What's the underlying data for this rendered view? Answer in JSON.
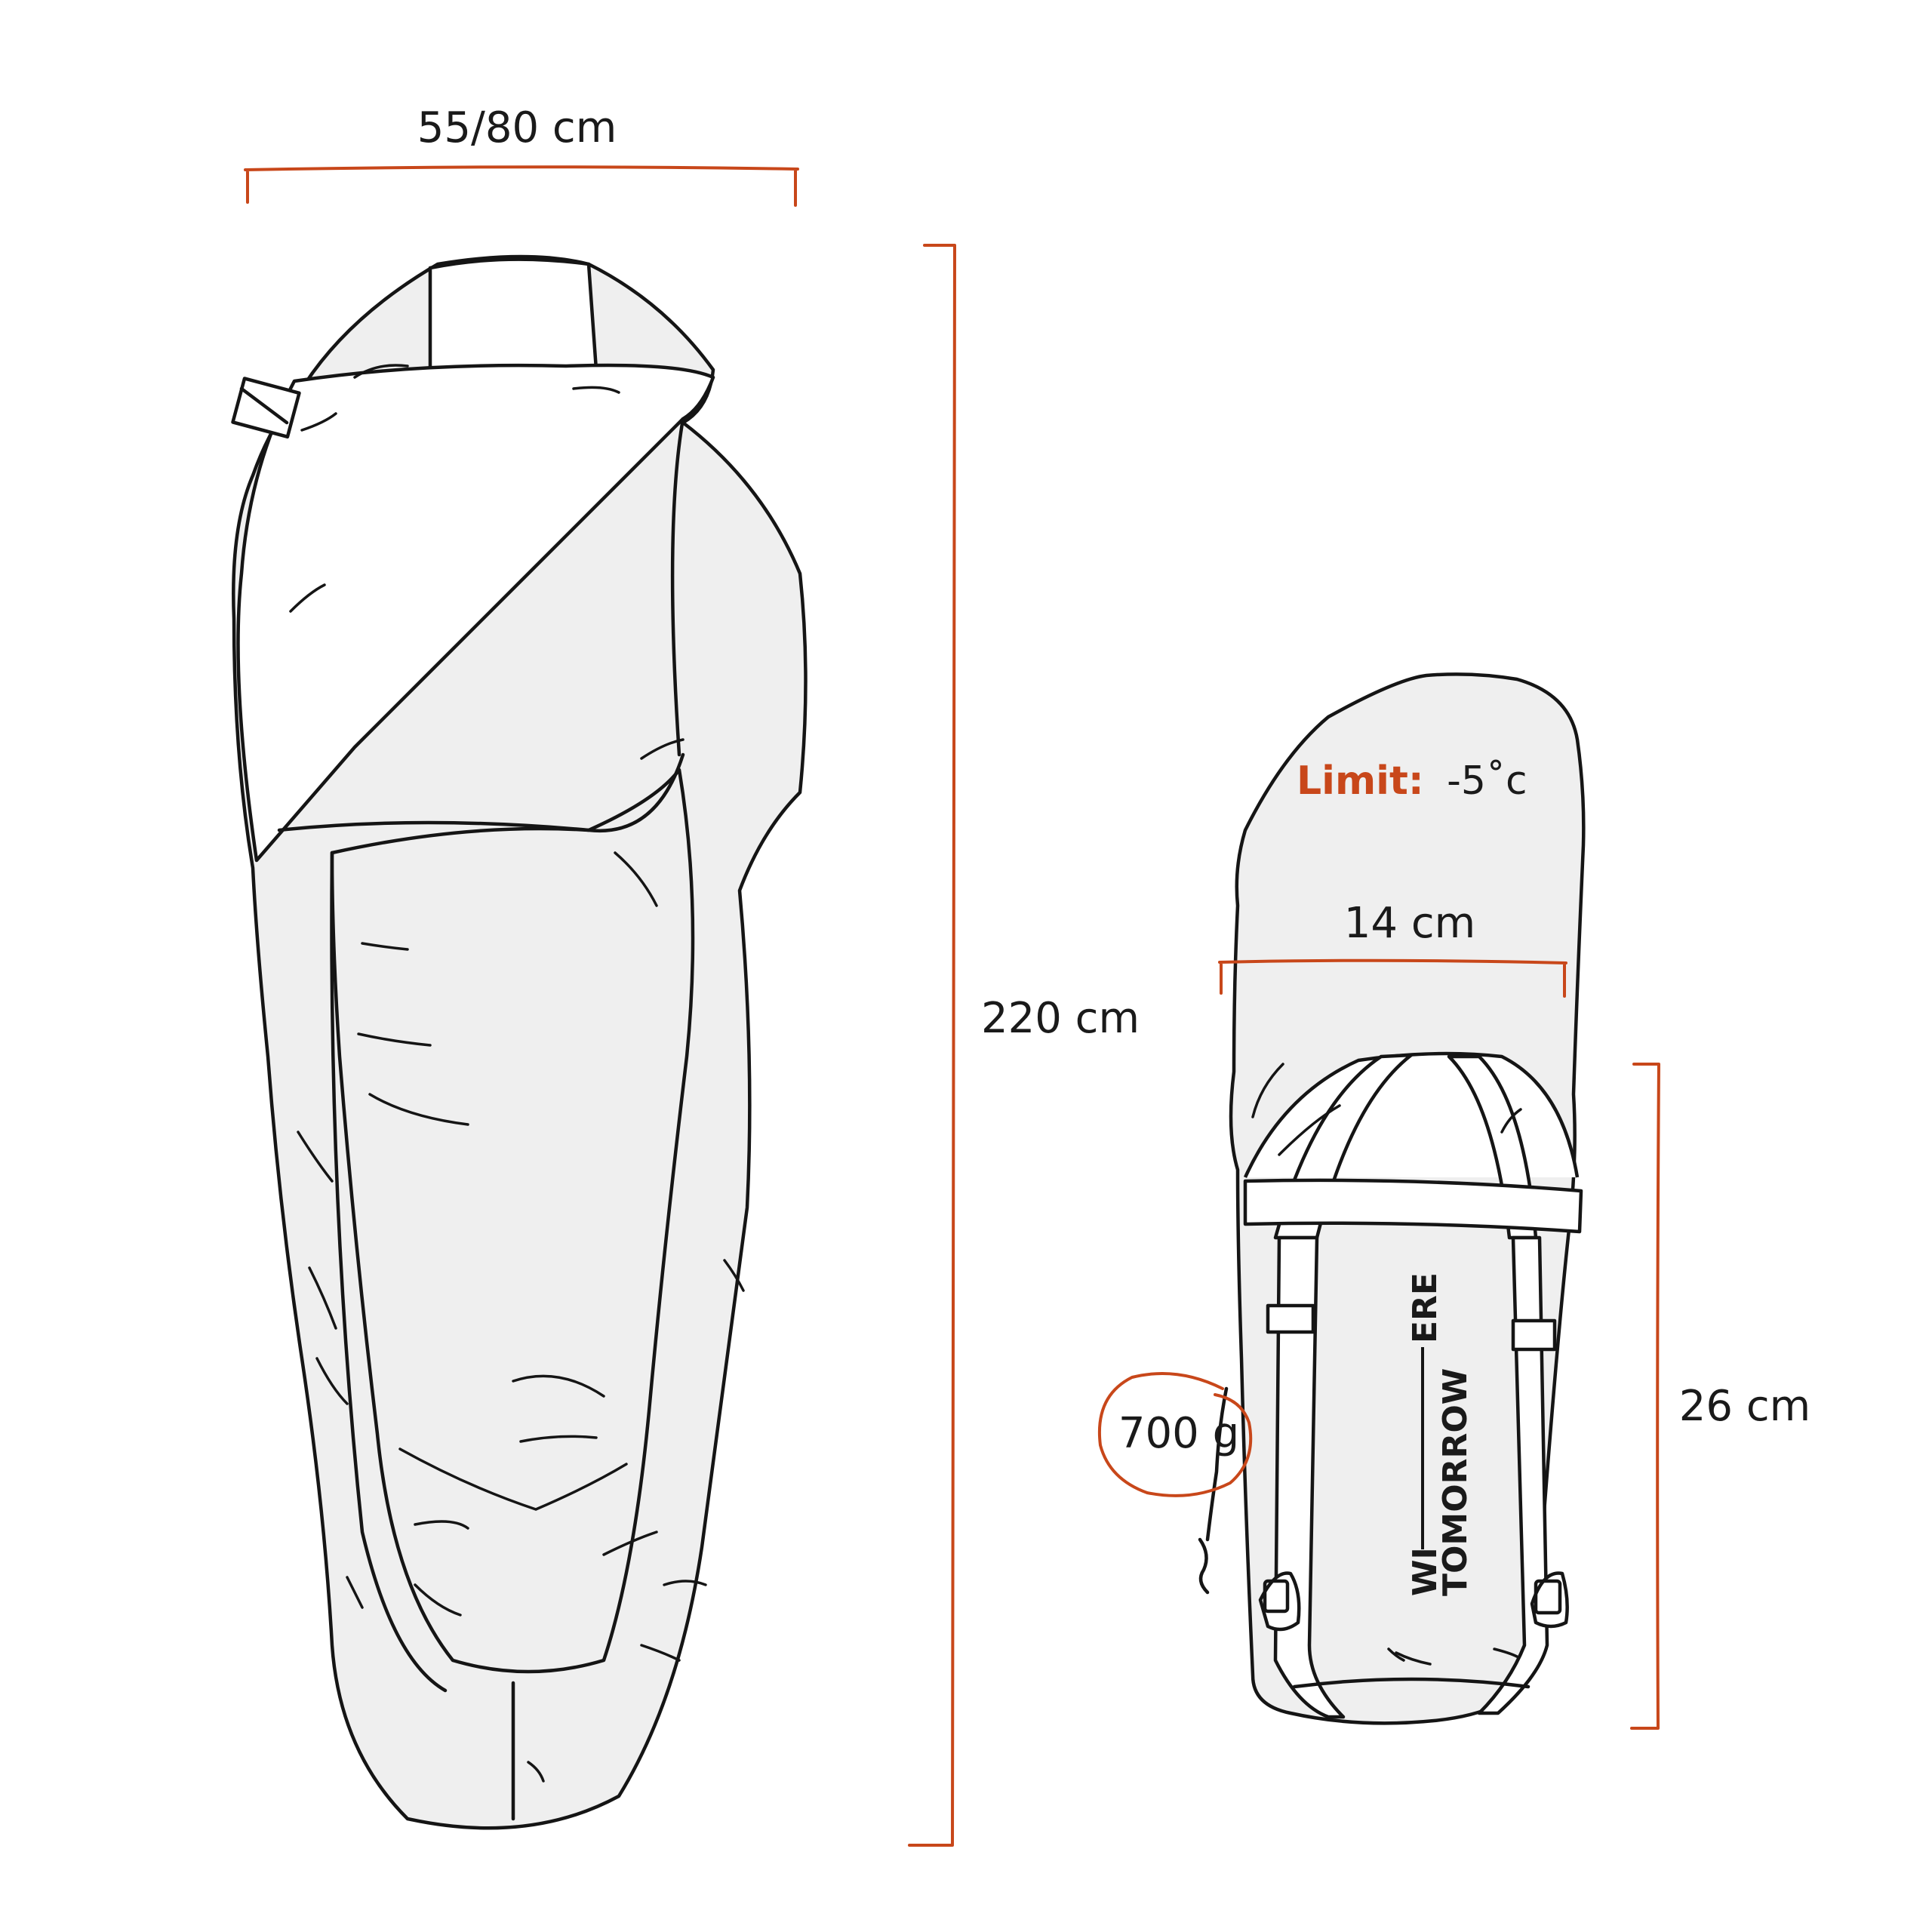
{
  "dimensions": {
    "width_open": "55/80 cm",
    "length_open": "220 cm",
    "width_packed": "14 cm",
    "length_packed": "26 cm"
  },
  "specs": {
    "limit_label": "Limit:",
    "limit_value": "-5˚c",
    "weight": "700 g"
  },
  "brand": {
    "line1": "WI",
    "line1_tail": "ERE",
    "line2": "TOMORROW"
  },
  "colors": {
    "accent": "#c8471a",
    "ink": "#151515",
    "fabric": "#efefef"
  }
}
